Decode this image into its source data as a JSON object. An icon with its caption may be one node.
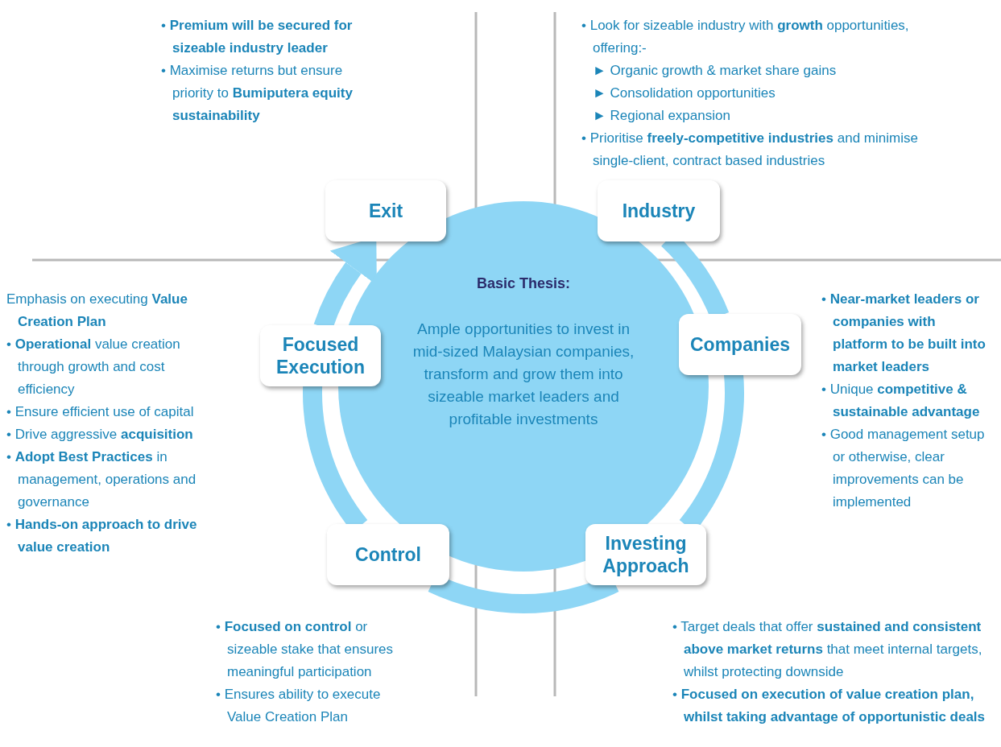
{
  "diagram": {
    "nodes": [
      {
        "text": [
          "Basic Thesis:",
          "Ample opportunities to invest in mid-sized Malaysian companies, transform and grow them into sizeable market leaders and profitable investments"
        ]
      },
      {
        "text": [
          "Industry"
        ],
        "beside": [
          "• Look for sizeable industry with **growth** opportunities, offering:-",
          "► Organic growth & market share gains",
          "► Consolidation opportunities",
          "► Regional expansion",
          "• Prioritise **freely-competitive industries** and minimise single-client, contract based industries"
        ]
      },
      {
        "text": [
          "Companies"
        ],
        "beside": [
          "• **Near-market leaders or companies with platform to be built into market leaders**",
          "• Unique **competitive & sustainable advantage**",
          "• Good management setup or otherwise, clear improvements can be implemented"
        ]
      },
      {
        "text": [
          "Investing Approach"
        ],
        "beside": [
          "• Target deals that offer **sustained and consistent above market returns** that meet internal targets, whilst protecting downside",
          "• **Focused on execution of value creation plan, whilst taking advantage of opportunistic deals**"
        ]
      },
      {
        "text": [
          "Control"
        ],
        "beside": [
          "• **Focused on control** or sizeable stake that ensures meaningful participation",
          "• Ensures ability to execute Value Creation Plan"
        ]
      },
      {
        "text": [
          "Focused Execution"
        ],
        "beside": [
          "Emphasis on executing **Value Creation Plan**",
          "• **Operational** value creation through growth and cost efficiency",
          "• Ensure efficient use of capital",
          "• Drive aggressive **acquisition**",
          "• **Adopt Best Practices** in management, operations and governance",
          "• **Hands-on approach to drive value creation**"
        ]
      },
      {
        "text": [
          "Exit"
        ],
        "beside": [
          "• **Premium will be secured for sizeable industry leader**",
          "• Maximise returns but ensure priority to **Bumiputera equity sustainability**"
        ]
      }
    ],
    "edges": [
      {
        "from": 1,
        "to": 2,
        "arrow": "none"
      },
      {
        "from": 2,
        "to": 3,
        "arrow": "none"
      },
      {
        "from": 3,
        "to": 4,
        "arrow": "none"
      },
      {
        "from": 4,
        "to": 5,
        "arrow": "none"
      },
      {
        "from": 5,
        "to": 6,
        "arrow": "to"
      }
    ]
  }
}
